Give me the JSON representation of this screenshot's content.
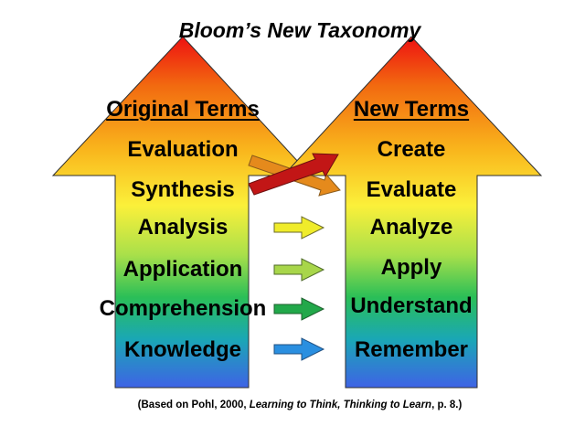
{
  "title": "Bloom’s New Taxonomy",
  "original": {
    "heading": "Original Terms",
    "terms": [
      "Evaluation",
      "Synthesis",
      "Analysis",
      "Application",
      "Comprehension",
      "Knowledge"
    ]
  },
  "revised": {
    "heading": "New Terms",
    "terms": [
      "Create",
      "Evaluate",
      "Analyze",
      "Apply",
      "Understand",
      "Remember"
    ]
  },
  "caption": {
    "before": "(Based on Pohl, 2000, ",
    "book": "Learning to Think, Thinking to Learn",
    "after": ", p. 8.)"
  },
  "colors": {
    "gradient": [
      "#ee1111",
      "#f26a10",
      "#f9b51c",
      "#fbf03a",
      "#a9e04a",
      "#2bbf57",
      "#1aa7b5",
      "#3f62e6"
    ],
    "arrows": {
      "evaluation_to_evaluate": "#e58a1c",
      "synthesis_to_create": "#c21616",
      "analysis": "#f0ec2a",
      "application": "#a8d64a",
      "comprehension": "#22a84a",
      "knowledge": "#2a8fe0"
    },
    "outline": "#2f2f2f"
  }
}
